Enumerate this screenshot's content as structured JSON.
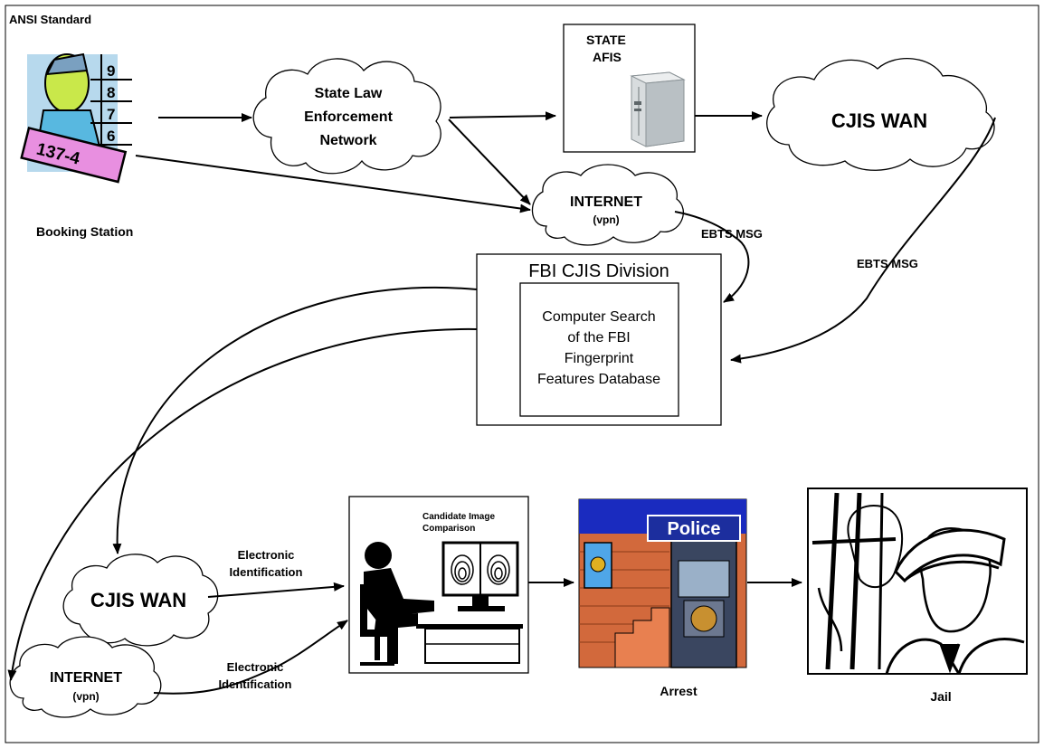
{
  "diagram": {
    "header": "ANSI Standard",
    "nodes": {
      "booking_station": {
        "label": "Booking Station",
        "board_top": "137-4",
        "ruler": [
          "9",
          "8",
          "7",
          "6"
        ]
      },
      "state_network": {
        "lines": [
          "State Law",
          "Enforcement",
          "Network"
        ]
      },
      "state_afis": {
        "lines": [
          "STATE",
          "AFIS"
        ]
      },
      "cjis_wan_top": {
        "label": "CJIS WAN"
      },
      "internet_top": {
        "label": "INTERNET",
        "sub": "(vpn)"
      },
      "fbi_division": {
        "title": "FBI CJIS Division",
        "inner": [
          "Computer Search",
          "of the FBI",
          "Fingerprint",
          "Features Database"
        ]
      },
      "cjis_wan_bottom": {
        "label": "CJIS WAN"
      },
      "internet_bottom": {
        "label": "INTERNET",
        "sub": "(vpn)"
      },
      "comparison": {
        "lines": [
          "Candidate Image",
          "Comparison"
        ]
      },
      "arrest": {
        "label": "Arrest",
        "sign": "Police"
      },
      "jail": {
        "label": "Jail"
      }
    },
    "edge_labels": {
      "ebts_1": "EBTS MSG",
      "ebts_2": "EBTS MSG",
      "eid_1": [
        "Electronic",
        "Identification"
      ],
      "eid_2": [
        "Electronic",
        "Identification"
      ]
    },
    "colors": {
      "ink": "#000000",
      "cloud_fill": "#ffffff",
      "booking_bg": "#9cc9e8",
      "booking_face": "#c9e84a",
      "booking_board": "#e88fe0",
      "police_sky": "#1a2bbf",
      "brick": "#d2693c",
      "sign_bg": "#1c2e9e"
    }
  }
}
